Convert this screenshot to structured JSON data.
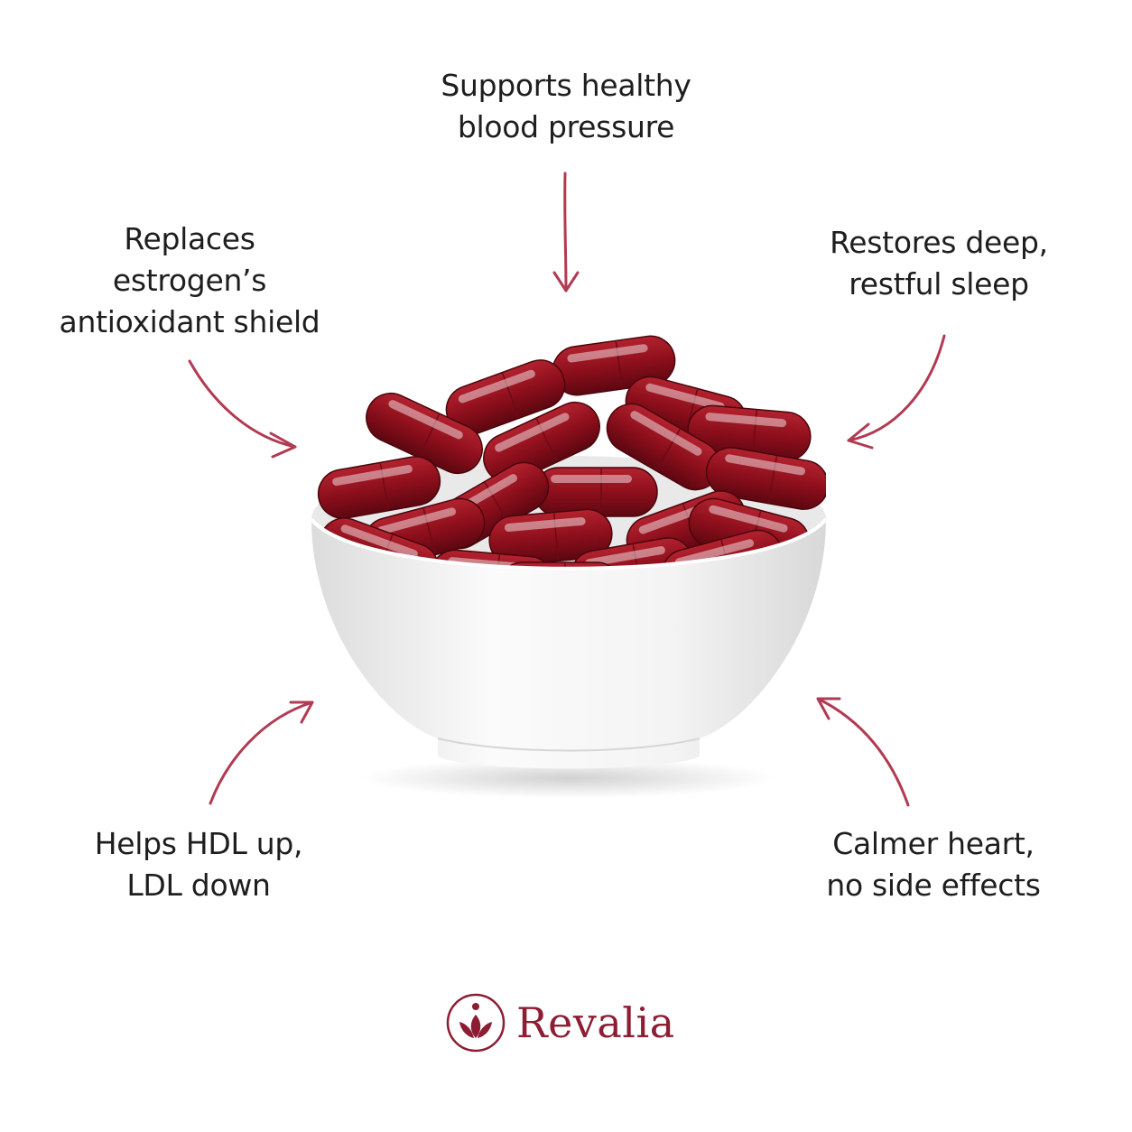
{
  "callouts": {
    "top": [
      "Supports healthy",
      "blood pressure"
    ],
    "left": [
      "Replaces",
      "estrogen’s",
      "antioxidant shield"
    ],
    "right": [
      "Restores deep,",
      "restful sleep"
    ],
    "bottom_left": [
      "Helps HDL up,",
      "LDL down"
    ],
    "bottom_right": [
      "Calmer heart,",
      "no side effects"
    ]
  },
  "brand": {
    "name": "Revalia"
  },
  "colors": {
    "accent": "#b23a52",
    "brand": "#8c1d33",
    "capsule": "#8e0f1c",
    "capsule_dark": "#5c0710",
    "bowl": "#f3f3f3",
    "text": "#1e1e1e"
  },
  "icons": {
    "logo": "lotus-circle-icon",
    "arrow": "curved-arrow-icon"
  }
}
